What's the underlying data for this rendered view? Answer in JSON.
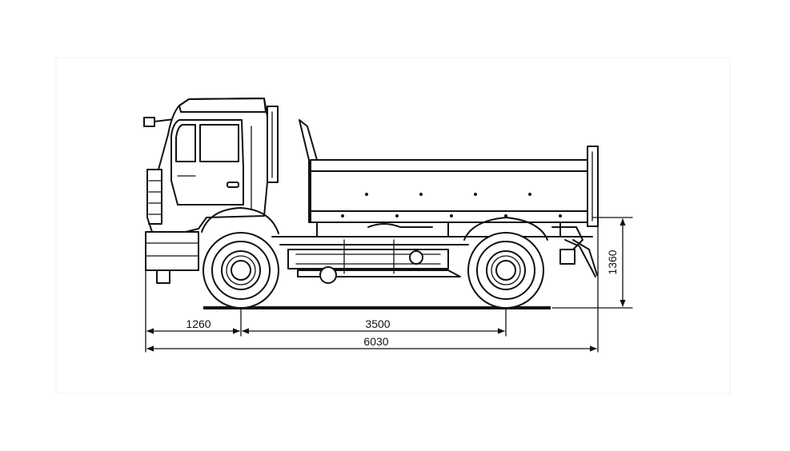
{
  "drawing": {
    "subject": "tipper-truck-side-view",
    "dimensions": {
      "front_overhang": "1260",
      "wheelbase": "3500",
      "overall_length": "6030",
      "platform_height": "1360"
    }
  }
}
